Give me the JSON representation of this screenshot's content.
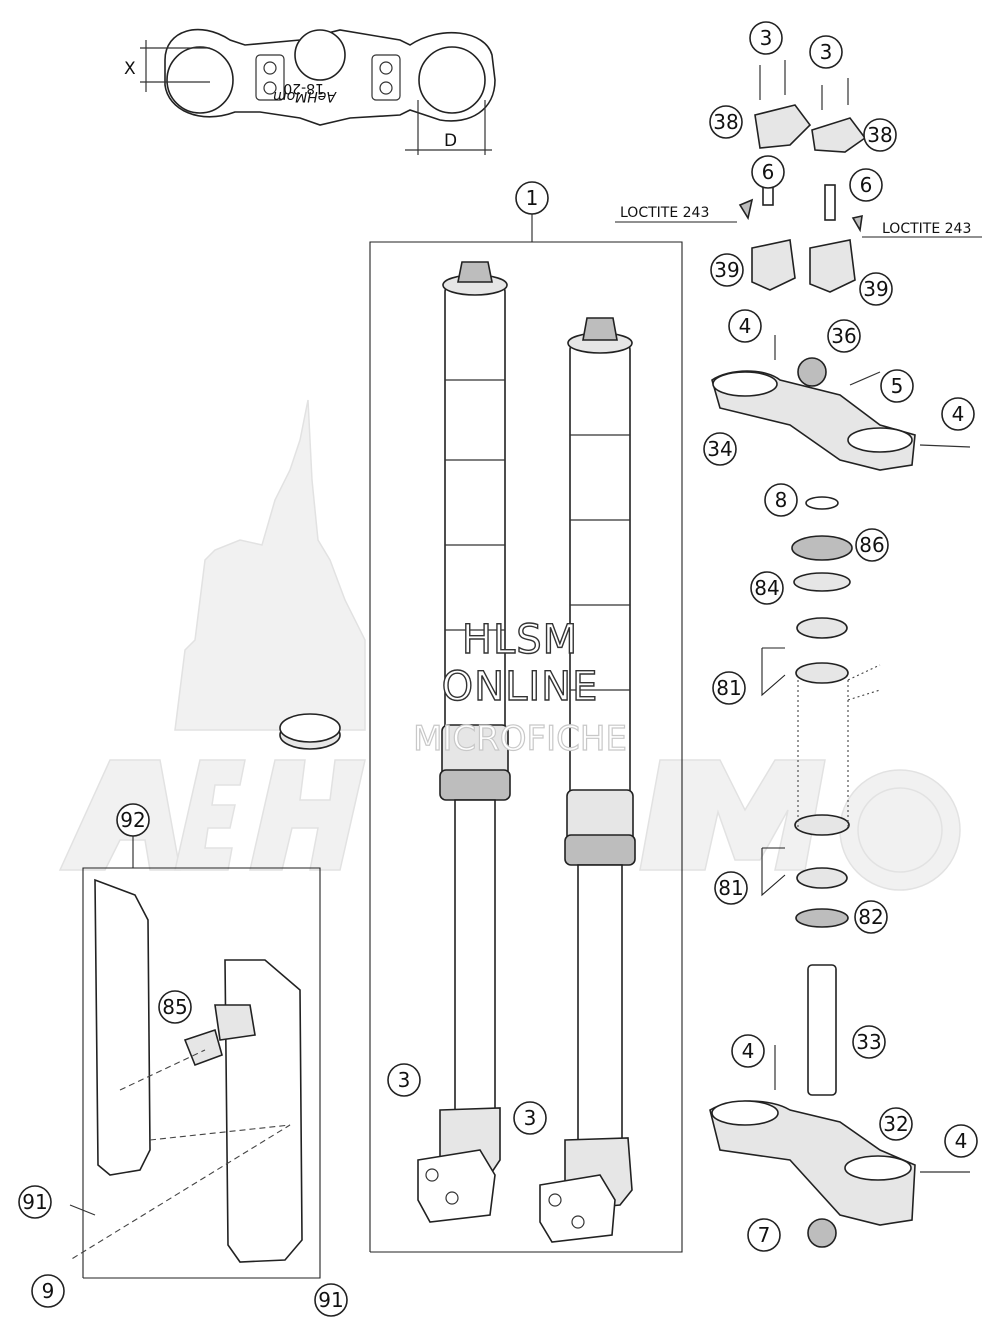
{
  "diagram": {
    "callouts": [
      "1",
      "3",
      "3",
      "3",
      "3",
      "4",
      "4",
      "4",
      "4",
      "5",
      "6",
      "6",
      "7",
      "8",
      "9",
      "32",
      "33",
      "34",
      "36",
      "38",
      "38",
      "39",
      "39",
      "81",
      "81",
      "82",
      "84",
      "85",
      "86",
      "91",
      "91",
      "92"
    ],
    "notes": {
      "loctite_left": "LOCTITE 243",
      "loctite_right": "LOCTITE 243"
    },
    "dimensions": {
      "x_label": "X",
      "d_label": "D"
    },
    "clamp_marking": "18-20",
    "watermark": {
      "line1": "HLSM",
      "line2": "ONLINE",
      "line3": "MICROFICHE",
      "logo": "AeHMom"
    }
  }
}
